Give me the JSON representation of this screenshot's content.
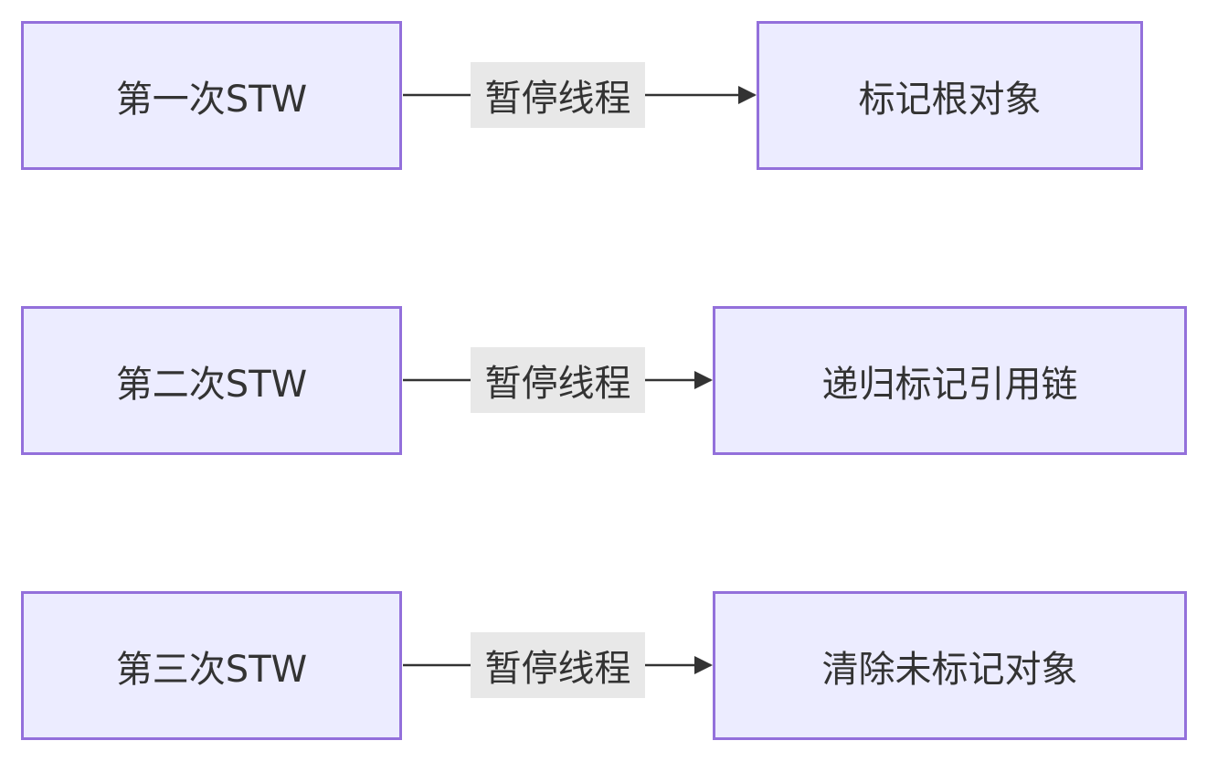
{
  "colors": {
    "node_fill": "#ececff",
    "node_border": "#9370db",
    "text": "#333333",
    "edge": "#333333",
    "edge_label_bg": "#e8e8e8"
  },
  "rows": [
    {
      "source": "第一次STW",
      "edge_label": "暂停线程",
      "target": "标记根对象"
    },
    {
      "source": "第二次STW",
      "edge_label": "暂停线程",
      "target": "递归标记引用链"
    },
    {
      "source": "第三次STW",
      "edge_label": "暂停线程",
      "target": "清除未标记对象"
    }
  ]
}
